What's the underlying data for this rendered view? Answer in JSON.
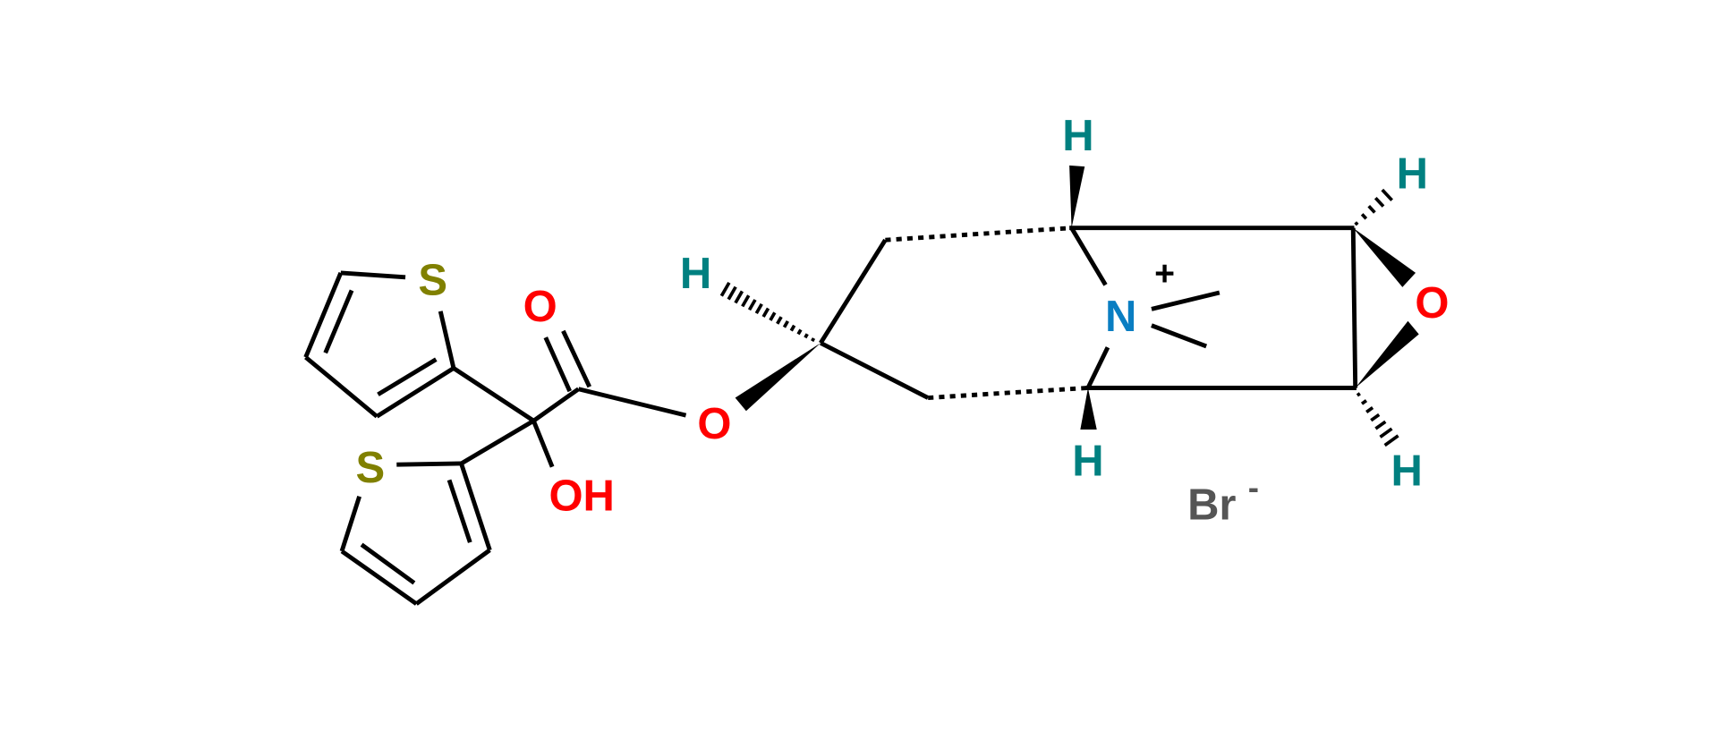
{
  "molecule": {
    "atoms": {
      "s_top": "S",
      "s_bottom": "S",
      "o_carbonyl": "O",
      "oh": "OH",
      "o_ester": "O",
      "h_c3": "H",
      "h_bridge_top": "H",
      "h_bridge_bottom": "H",
      "h_epoxide_top": "H",
      "h_epoxide_bottom": "H",
      "o_epoxide": "O",
      "n": "N",
      "n_charge": "+",
      "counterion": "Br",
      "counterion_charge": "-"
    },
    "colors": {
      "bond": "#000000",
      "oxygen": "#ff0000",
      "sulfur": "#808000",
      "hydrogen": "#008080",
      "nitrogen": "#0a7ec2",
      "bromide": "#555555"
    }
  }
}
